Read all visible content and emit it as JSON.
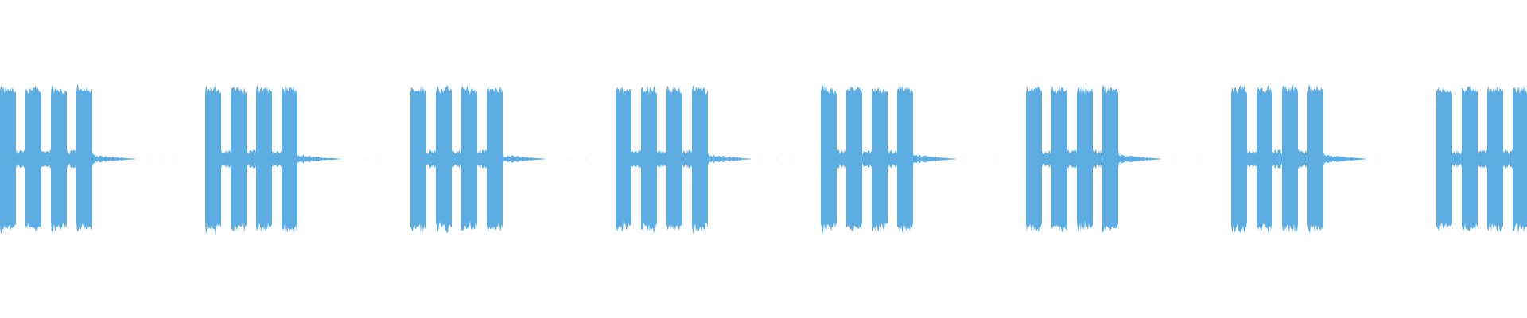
{
  "waveform": {
    "color": "#5dade2",
    "background": "#ffffff",
    "pattern": {
      "groups_visible": 8,
      "bursts_per_group": 4,
      "burst_peak_level": 0.9,
      "between_burst_level": 0.1,
      "tail_level": 0.04
    }
  }
}
